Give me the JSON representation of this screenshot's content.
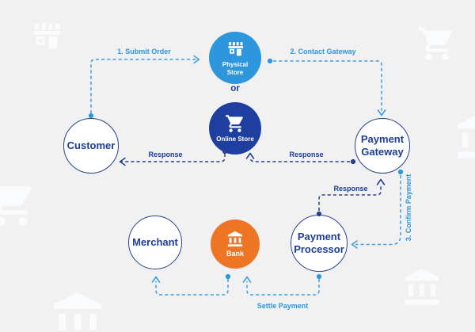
{
  "diagram": {
    "nodes": {
      "customer": {
        "label": "Customer"
      },
      "physical_store": {
        "label": "Physical Store",
        "icon": "storefront-icon"
      },
      "or_connector": {
        "label": "or"
      },
      "online_store": {
        "label": "Online Store",
        "icon": "shopping-cart-icon"
      },
      "payment_gateway": {
        "label": "Payment Gateway"
      },
      "merchant": {
        "label": "Merchant"
      },
      "bank": {
        "label": "Bank",
        "icon": "bank-icon"
      },
      "payment_processor": {
        "label": "Payment Processor"
      }
    },
    "edges": {
      "submit_order": {
        "label": "1. Submit Order"
      },
      "contact_gateway": {
        "label": "2. Contact Gateway"
      },
      "response_store_to_customer": {
        "label": "Response"
      },
      "response_gateway_to_store": {
        "label": "Response"
      },
      "response_processor_to_gateway": {
        "label": "Response"
      },
      "confirm_payment": {
        "label": "3. Confirm Payment"
      },
      "settle_payment": {
        "label": "Settle Payment"
      }
    },
    "watermarks": [
      "storefront-icon",
      "shopping-cart-icon",
      "shopping-cart-icon",
      "bank-icon",
      "bank-icon",
      "bank-icon"
    ],
    "colors": {
      "background": "#f1f1f2",
      "light_blue": "#2e96dc",
      "dark_blue_text": "#1e3d99",
      "navy_line": "#27418f",
      "physical_store_fill": "#2e96dc",
      "online_store_fill": "#1e3fa0",
      "bank_orange": "#ee7523",
      "watermark": "#fafbfc"
    }
  }
}
